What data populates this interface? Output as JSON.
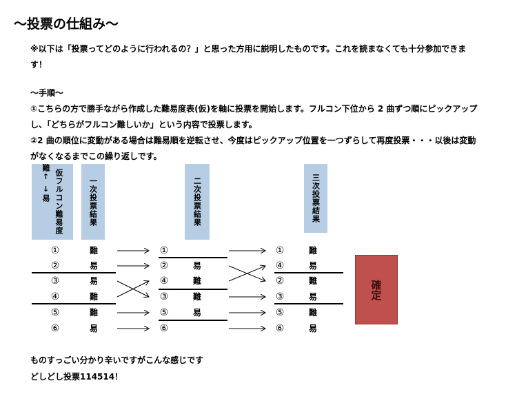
{
  "title": "～投票の仕組み～",
  "intro": {
    "line1": "※以下は「投票ってどのように行われるの？」と思った方用に説明したものです。これを読まなくても十分参加できま",
    "line2": "す！"
  },
  "procedure": {
    "heading": "～手順～",
    "step1_line1": "①こちらの方で勝手ながら作成した難易度表(仮)を軸に投票を開始します。フルコン下位から 2 曲ずつ順にピックアップ",
    "step1_line2": "し、「どちらがフルコン難しいか」という内容で投票します。",
    "step2_line1": "②2 曲の順位に変動がある場合は難易順を逆転させ、今度はピックアップ位置を一つずらして再度投票・・・以後は変動",
    "step2_line2": "がなくなるまでこの繰り返しです。"
  },
  "diagram": {
    "col_labels": {
      "difficulty_table": "仮フルコン難易度",
      "hard_arrow": "難↑",
      "easy_arrow": "↓易",
      "first_vote": "一次投票結果",
      "second_vote": "二次投票結果",
      "third_vote": "三次投票結果"
    },
    "rows": [
      {
        "n1": "①",
        "r1": "難",
        "n2": "①",
        "r2": "",
        "n3": "①",
        "r3": "難"
      },
      {
        "n1": "②",
        "r1": "易",
        "n2": "②",
        "r2": "易",
        "n3": "④",
        "r3": "易"
      },
      {
        "n1": "③",
        "r1": "易",
        "n2": "④",
        "r2": "難",
        "n3": "②",
        "r3": "難"
      },
      {
        "n1": "④",
        "r1": "難",
        "n2": "③",
        "r2": "難",
        "n3": "③",
        "r3": "易"
      },
      {
        "n1": "⑤",
        "r1": "難",
        "n2": "⑤",
        "r2": "易",
        "n3": "⑤",
        "r3": "難"
      },
      {
        "n1": "⑥",
        "r1": "易",
        "n2": "⑥",
        "r2": "",
        "n3": "⑥",
        "r3": "易"
      }
    ],
    "confirm_label": "確定",
    "confirm_color": "#c0504d",
    "label_bg_color": "#b7cde3"
  },
  "footer": {
    "line1": "ものすっごい分かり辛いですがこんな感じです",
    "line2": "どしどし投票114514！"
  }
}
